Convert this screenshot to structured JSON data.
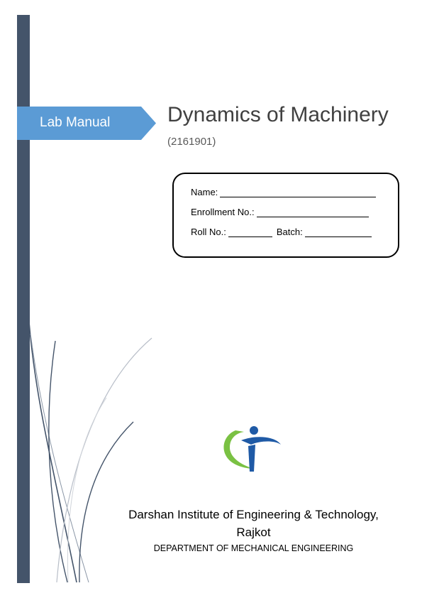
{
  "cover": {
    "tag_label": "Lab Manual",
    "title": "Dynamics of Machinery",
    "course_code": "(2161901)"
  },
  "form": {
    "name_label": "Name:",
    "enrollment_label": "Enrollment No.:",
    "roll_label": "Roll No.:",
    "batch_label": "Batch:"
  },
  "institute": {
    "name": "Darshan Institute of Engineering & Technology,",
    "city": "Rajkot",
    "department": "DEPARTMENT OF MECHANICAL ENGINEERING"
  },
  "colors": {
    "sidebar": "#44546a",
    "tag": "#5b9bd5",
    "title": "#404040",
    "logo_green": "#7ac143",
    "logo_blue": "#1f5aa6"
  }
}
